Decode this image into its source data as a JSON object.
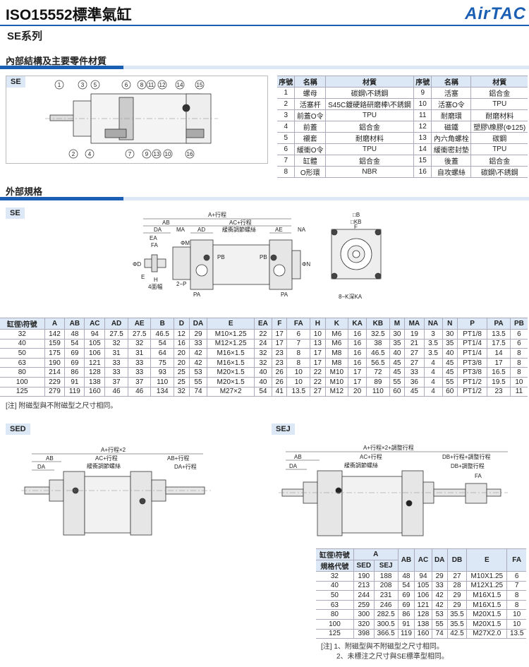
{
  "header": {
    "title": "ISO15552標準氣缸",
    "logo": "AirTAC",
    "series": "SE系列"
  },
  "section_internal": {
    "title": "內部結構及主要零件材質",
    "tag": "SE",
    "top_callouts": [
      "1",
      "3",
      "5",
      "6",
      "8",
      "11",
      "12",
      "14",
      "15"
    ],
    "bottom_callouts": [
      "2",
      "4",
      "7",
      "9",
      "13",
      "10",
      "16"
    ]
  },
  "materials": {
    "headers": [
      "序號",
      "名稱",
      "材質",
      "序號",
      "名稱",
      "材質"
    ],
    "rows": [
      [
        "1",
        "螺母",
        "碳鋼\\不銹鋼",
        "9",
        "活塞",
        "鋁合金"
      ],
      [
        "2",
        "活塞杆",
        "S45C鍍硬鉻研磨棒\\不銹鋼",
        "10",
        "活塞O令",
        "TPU"
      ],
      [
        "3",
        "前蓋O令",
        "TPU",
        "11",
        "耐磨環",
        "耐磨材料"
      ],
      [
        "4",
        "前蓋",
        "鋁合金",
        "12",
        "磁鐵",
        "塑膠\\橡膠(Φ125)"
      ],
      [
        "5",
        "襯套",
        "耐磨材料",
        "13",
        "內六角螺栓",
        "碳鋼"
      ],
      [
        "6",
        "緩衝O令",
        "TPU",
        "14",
        "緩衝密封墊",
        "TPU"
      ],
      [
        "7",
        "缸體",
        "鋁合金",
        "15",
        "後蓋",
        "鋁合金"
      ],
      [
        "8",
        "O形環",
        "NBR",
        "16",
        "自攻螺絲",
        "碳鋼\\不銹鋼"
      ]
    ]
  },
  "section_external": {
    "title": "外部規格",
    "tag": "SE"
  },
  "se_drawing": {
    "a": "A+行程",
    "ab": "AB",
    "ac": "AC+行程",
    "da": "DA",
    "ma": "MA",
    "ad": "AD",
    "cushion": "緩衝調節螺絲",
    "ae": "AE",
    "na": "NA",
    "ea": "EA",
    "fa": "FA",
    "phim": "ΦM",
    "phid": "ΦD",
    "pb": "PB",
    "phin": "ΦN",
    "e": "E",
    "h": "H",
    "flats": "4面幅",
    "p": "2−P",
    "pa": "PA",
    "b": "□B",
    "kb": "□KB",
    "f": "F",
    "k": "8−K深KA"
  },
  "dims": {
    "headers": [
      "缸徑\\符號",
      "A",
      "AB",
      "AC",
      "AD",
      "AE",
      "B",
      "D",
      "DA",
      "E",
      "EA",
      "F",
      "FA",
      "H",
      "K",
      "KA",
      "KB",
      "M",
      "MA",
      "NA",
      "N",
      "P",
      "PA",
      "PB"
    ],
    "rows": [
      [
        "32",
        "142",
        "48",
        "94",
        "27.5",
        "27.5",
        "46.5",
        "12",
        "29",
        "M10×1.25",
        "22",
        "17",
        "6",
        "10",
        "M6",
        "16",
        "32.5",
        "30",
        "19",
        "3",
        "30",
        "PT1/8",
        "13.5",
        "6"
      ],
      [
        "40",
        "159",
        "54",
        "105",
        "32",
        "32",
        "54",
        "16",
        "33",
        "M12×1.25",
        "24",
        "17",
        "7",
        "13",
        "M6",
        "16",
        "38",
        "35",
        "21",
        "3.5",
        "35",
        "PT1/4",
        "17.5",
        "6"
      ],
      [
        "50",
        "175",
        "69",
        "106",
        "31",
        "31",
        "64",
        "20",
        "42",
        "M16×1.5",
        "32",
        "23",
        "8",
        "17",
        "M8",
        "16",
        "46.5",
        "40",
        "27",
        "3.5",
        "40",
        "PT1/4",
        "14",
        "8"
      ],
      [
        "63",
        "190",
        "69",
        "121",
        "33",
        "33",
        "75",
        "20",
        "42",
        "M16×1.5",
        "32",
        "23",
        "8",
        "17",
        "M8",
        "16",
        "56.5",
        "45",
        "27",
        "4",
        "45",
        "PT3/8",
        "17",
        "8"
      ],
      [
        "80",
        "214",
        "86",
        "128",
        "33",
        "33",
        "93",
        "25",
        "53",
        "M20×1.5",
        "40",
        "26",
        "10",
        "22",
        "M10",
        "17",
        "72",
        "45",
        "33",
        "4",
        "45",
        "PT3/8",
        "16.5",
        "8"
      ],
      [
        "100",
        "229",
        "91",
        "138",
        "37",
        "37",
        "110",
        "25",
        "55",
        "M20×1.5",
        "40",
        "26",
        "10",
        "22",
        "M10",
        "17",
        "89",
        "55",
        "36",
        "4",
        "55",
        "PT1/2",
        "19.5",
        "10"
      ],
      [
        "125",
        "279",
        "119",
        "160",
        "46",
        "46",
        "134",
        "32",
        "74",
        "M27×2",
        "54",
        "41",
        "13.5",
        "27",
        "M12",
        "20",
        "110",
        "60",
        "45",
        "4",
        "60",
        "PT1/2",
        "23",
        "11"
      ]
    ],
    "note": "[注] 附磁型與不附磁型之尺寸相同。"
  },
  "sed": {
    "tag": "SED",
    "a": "A+行程×2",
    "ab": "AB",
    "ac": "AC+行程",
    "da": "DA",
    "cushion": "緩衝調節螺絲",
    "ab2": "AB+行程",
    "da2": "DA+行程"
  },
  "sej": {
    "tag": "SEJ",
    "a": "A+行程×2+調整行程",
    "ab": "AB",
    "ac": "AC+行程",
    "da": "DA",
    "cushion": "緩衝調節螺絲",
    "db1": "DB+行程+調整行程",
    "db2": "DB+調整行程",
    "fa": "FA"
  },
  "dims2": {
    "h1": "缸徑\\符號",
    "h2": "規格代號",
    "a": "A",
    "sed": "SED",
    "sej": "SEJ",
    "cols": [
      "AB",
      "AC",
      "DA",
      "DB",
      "E",
      "FA"
    ],
    "rows": [
      [
        "32",
        "190",
        "188",
        "48",
        "94",
        "29",
        "27",
        "M10X1.25",
        "6"
      ],
      [
        "40",
        "213",
        "208",
        "54",
        "105",
        "33",
        "28",
        "M12X1.25",
        "7"
      ],
      [
        "50",
        "244",
        "231",
        "69",
        "106",
        "42",
        "29",
        "M16X1.5",
        "8"
      ],
      [
        "63",
        "259",
        "246",
        "69",
        "121",
        "42",
        "29",
        "M16X1.5",
        "8"
      ],
      [
        "80",
        "300",
        "282.5",
        "86",
        "128",
        "53",
        "35.5",
        "M20X1.5",
        "10"
      ],
      [
        "100",
        "320",
        "300.5",
        "91",
        "138",
        "55",
        "35.5",
        "M20X1.5",
        "10"
      ],
      [
        "125",
        "398",
        "366.5",
        "119",
        "160",
        "74",
        "42.5",
        "M27X2.0",
        "13.5"
      ]
    ],
    "note1": "[注] 1、附磁型與不附磁型之尺寸相同。",
    "note2": "2、未標注之尺寸與SE標準型相同。"
  }
}
